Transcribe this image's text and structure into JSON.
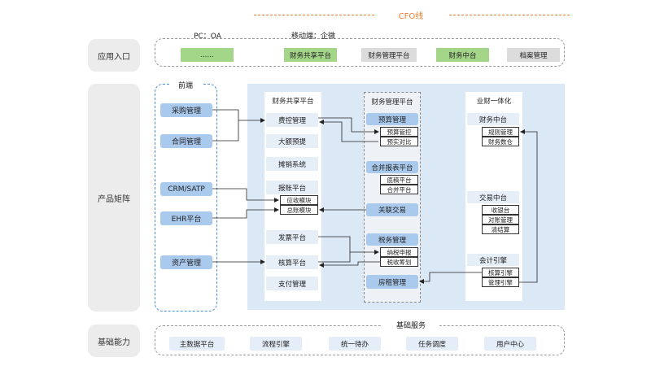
{
  "cfo": {
    "title": "CFO线"
  },
  "sections": {
    "app_entry": "应用入口",
    "product_matrix": "产品矩阵",
    "base_capability": "基础能力"
  },
  "app_entry": {
    "pc_label": "PC：OA",
    "mobile_label": "移动端：企微",
    "pc_item": "......",
    "items": [
      "财务共享平台",
      "财务管理平台",
      "财务中台",
      "档案管理"
    ]
  },
  "frontend": {
    "title": "前端",
    "items": [
      "采购管理",
      "合同管理",
      "CRM/SATP",
      "EHR平台",
      "资产管理"
    ]
  },
  "fssc": {
    "title": "财务共享平台",
    "items": [
      "费控管理",
      "大额预提",
      "摊销系统",
      "报账平台",
      "发票平台",
      "核算平台",
      "支付管理"
    ],
    "sub": [
      "应收模块",
      "总账模块"
    ]
  },
  "fmp": {
    "title": "财务管理平台",
    "budget": "预算管理",
    "budget_sub": [
      "预算管控",
      "预实对比"
    ],
    "consol": "合并报表平台",
    "consol_sub": [
      "底稿平台",
      "合并平台"
    ],
    "related": "关联交易",
    "tax": "税务管理",
    "tax_sub": [
      "纳税申报",
      "税收筹划"
    ],
    "lease": "房租管理"
  },
  "biz": {
    "title": "业财一体化",
    "fin_mid": "财务中台",
    "fin_mid_sub": [
      "规则管理",
      "财务数仓"
    ],
    "trade_mid": "交易中台",
    "trade_mid_sub": [
      "收银台",
      "对账管理",
      "清结算"
    ],
    "acct_engine": "会计引擎",
    "acct_engine_sub": [
      "核算引擎",
      "管理引擎"
    ]
  },
  "base": {
    "title": "基础服务",
    "items": [
      "主数据平台",
      "流程引擎",
      "统一待办",
      "任务调度",
      "用户中心"
    ]
  },
  "colors": {
    "accent": "#ed7d31",
    "green": "#a4d68a",
    "blue": "#a9c9ed",
    "panel": "#dbe8f6"
  }
}
